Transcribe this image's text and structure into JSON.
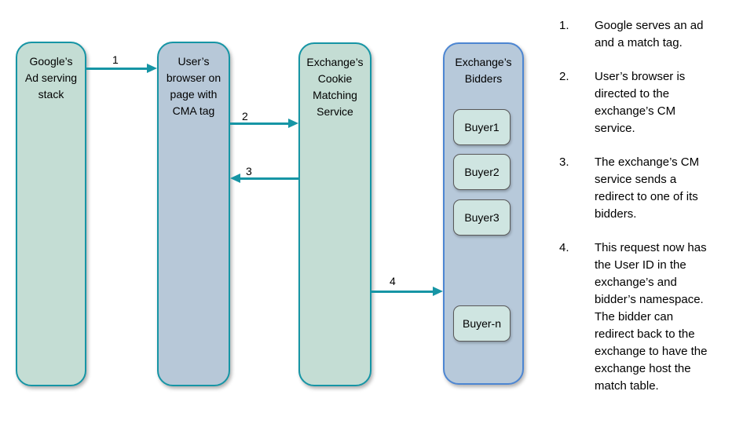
{
  "diagram": {
    "boxes": [
      {
        "id": "google-stack",
        "label": "Google’s\nAd serving\nstack"
      },
      {
        "id": "user-browser",
        "label": "User’s\nbrowser on\npage with\nCMA tag"
      },
      {
        "id": "cm-service",
        "label": "Exchange’s\nCookie\nMatching\nService"
      },
      {
        "id": "bidders",
        "label": "Exchange’s\nBidders",
        "buyers": [
          "Buyer1",
          "Buyer2",
          "Buyer3",
          "Buyer-n"
        ]
      }
    ],
    "arrows": [
      {
        "label": "1",
        "from": "google-stack",
        "to": "user-browser",
        "direction": "right"
      },
      {
        "label": "2",
        "from": "user-browser",
        "to": "cm-service",
        "direction": "right"
      },
      {
        "label": "3",
        "from": "cm-service",
        "to": "user-browser",
        "direction": "left"
      },
      {
        "label": "4",
        "from": "cm-service",
        "to": "bidders",
        "direction": "right"
      }
    ],
    "colors": {
      "teal_accent": "#1695a5",
      "green_fill": "#c4ddd4",
      "blue_fill": "#b7c8d8",
      "bidders_fill": "#b7c9da",
      "bidders_border": "#4d86d2",
      "buyer_fill": "#cfe5e1",
      "buyer_border": "#595959",
      "text": "#000000",
      "background": "#ffffff"
    }
  },
  "steps": [
    {
      "num": "1.",
      "text": "Google serves an ad\nand a match tag."
    },
    {
      "num": "2.",
      "text": "User’s browser is\ndirected to the\nexchange’s CM\nservice."
    },
    {
      "num": "3.",
      "text": "The exchange’s CM\nservice sends a\nredirect to one of its\nbidders."
    },
    {
      "num": "4.",
      "text": "This request now has\nthe User ID in the\nexchange’s and\nbidder’s namespace.\nThe bidder can\nredirect back to the\nexchange to have the\nexchange host the\nmatch table."
    }
  ]
}
